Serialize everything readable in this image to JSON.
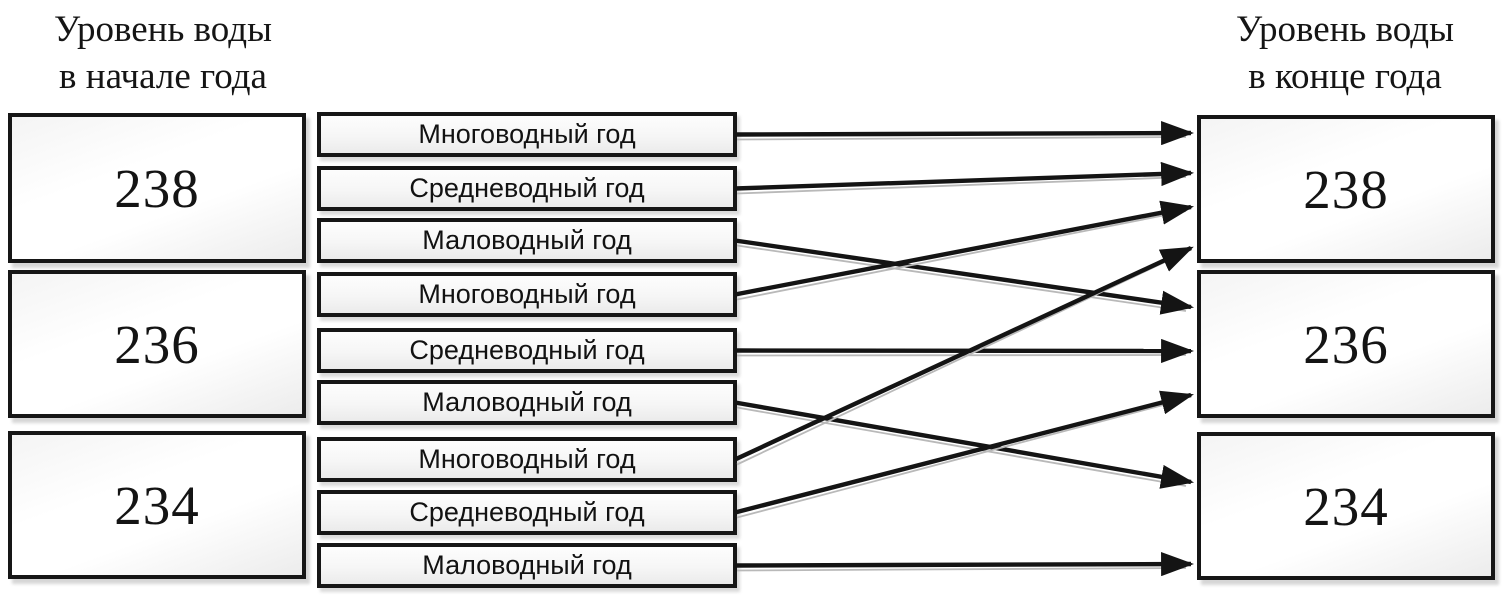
{
  "titles": {
    "left_line1": "Уровень воды",
    "left_line2": "в начале года",
    "right_line1": "Уровень воды",
    "right_line2": "в конце года"
  },
  "left_column": {
    "boxes": [
      {
        "value": "238"
      },
      {
        "value": "236"
      },
      {
        "value": "234"
      }
    ]
  },
  "middle_column": {
    "boxes": [
      {
        "group": "238",
        "label": "Многоводный год"
      },
      {
        "group": "238",
        "label": "Средневодный год"
      },
      {
        "group": "238",
        "label": "Маловодный год"
      },
      {
        "group": "236",
        "label": "Многоводный год"
      },
      {
        "group": "236",
        "label": "Средневодный год"
      },
      {
        "group": "236",
        "label": "Маловодный год"
      },
      {
        "group": "234",
        "label": "Многоводный год"
      },
      {
        "group": "234",
        "label": "Средневодный год"
      },
      {
        "group": "234",
        "label": "Маловодный год"
      }
    ]
  },
  "right_column": {
    "boxes": [
      {
        "value": "238"
      },
      {
        "value": "236"
      },
      {
        "value": "234"
      }
    ]
  },
  "arrows": [
    {
      "source_index": 0,
      "source_group": "238",
      "source_label": "Многоводный год",
      "target": "238"
    },
    {
      "source_index": 1,
      "source_group": "238",
      "source_label": "Средневодный год",
      "target": "238"
    },
    {
      "source_index": 2,
      "source_group": "238",
      "source_label": "Маловодный год",
      "target": "236"
    },
    {
      "source_index": 3,
      "source_group": "236",
      "source_label": "Многоводный год",
      "target": "238"
    },
    {
      "source_index": 4,
      "source_group": "236",
      "source_label": "Средневодный год",
      "target": "236"
    },
    {
      "source_index": 5,
      "source_group": "236",
      "source_label": "Маловодный год",
      "target": "234"
    },
    {
      "source_index": 6,
      "source_group": "234",
      "source_label": "Многоводный год",
      "target": "238"
    },
    {
      "source_index": 7,
      "source_group": "234",
      "source_label": "Средневодный год",
      "target": "236"
    },
    {
      "source_index": 8,
      "source_group": "234",
      "source_label": "Маловодный год",
      "target": "234"
    }
  ],
  "colors": {
    "line": "#141414",
    "line_echo": "#b9b9b9",
    "border": "#161616",
    "background": "#ffffff"
  }
}
